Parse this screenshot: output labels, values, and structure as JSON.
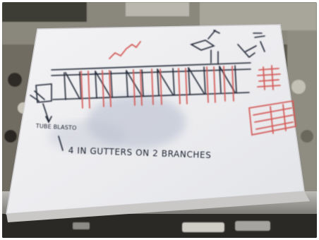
{
  "image": {
    "subject": "photo of a hand-drawn sketch on a whiteboard",
    "colors": {
      "board": "#eeeff2",
      "background": "#5d5a50",
      "ink": "#1e2431",
      "red_marker": "#d45a57",
      "shadow": "#a9b1c6"
    }
  },
  "labels": {
    "tube": "TUBE BLASTO",
    "caption": "4 IN GUTTERS ON 2 BRANCHES"
  }
}
